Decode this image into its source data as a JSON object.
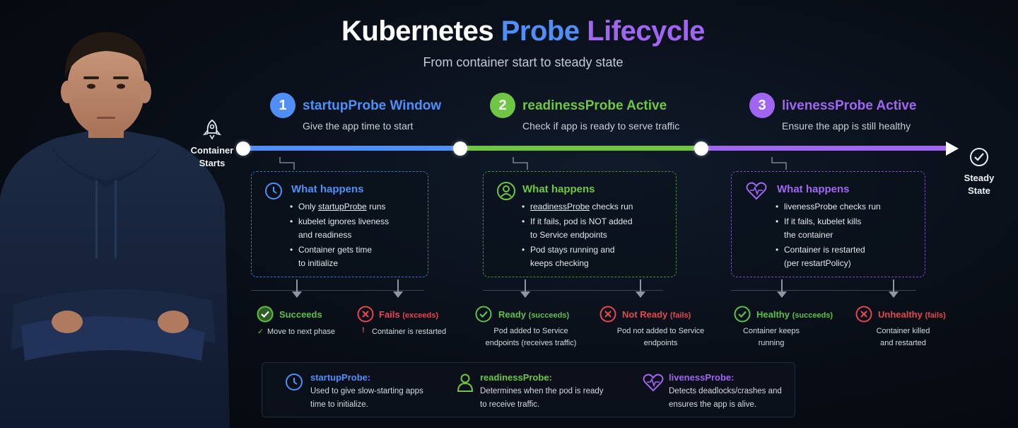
{
  "title": {
    "part1": "Kubernetes",
    "part2": "Probe",
    "part3": "Lifecycle"
  },
  "subtitle": "From container start to steady state",
  "timeline": {
    "start_label": "Container Starts",
    "end_label": "Steady State"
  },
  "phases": [
    {
      "number": "1",
      "title": "startupProbe Window",
      "description": "Give the app time to start",
      "color": "#4f8ff7",
      "box": {
        "title": "What happens",
        "items": [
          {
            "prefix": "Only ",
            "em": "startupProbe",
            "suffix": " runs"
          },
          {
            "line1": "kubelet ignores liveness",
            "line2": "and readiness"
          },
          {
            "line1": "Container gets time",
            "line2": "to initialize"
          }
        ]
      },
      "outcomes": [
        {
          "title": "Succeeds",
          "tag": "",
          "desc": "Move to next phase",
          "status": "success"
        },
        {
          "title": "Fails",
          "tag": "(exceeds)",
          "desc": "Container is restarted",
          "status": "fail"
        }
      ]
    },
    {
      "number": "2",
      "title": "readinessProbe Active",
      "description": "Check if app is ready to serve traffic",
      "color": "#6ec644",
      "box": {
        "title": "What happens",
        "items": [
          {
            "prefix": "",
            "em": "readinessProbe",
            "suffix": " checks run"
          },
          {
            "line1": "If it fails, pod is NOT added",
            "line2": "to Service endpoints"
          },
          {
            "line1": "Pod stays running and",
            "line2": "keeps checking"
          }
        ]
      },
      "outcomes": [
        {
          "title": "Ready",
          "tag": "(succeeds)",
          "desc1": "Pod added to Service",
          "desc2": "endpoints (receives traffic)",
          "status": "success"
        },
        {
          "title": "Not Ready",
          "tag": "(fails)",
          "desc1": "Pod not added to Service",
          "desc2": "endpoints",
          "status": "fail"
        }
      ]
    },
    {
      "number": "3",
      "title": "livenessProbe Active",
      "description": "Ensure the app is still healthy",
      "color": "#a066f2",
      "box": {
        "title": "What happens",
        "items": [
          {
            "line1": "livenessProbe checks run",
            "line2": ""
          },
          {
            "line1": "If it fails, kubelet kills",
            "line2": "the container"
          },
          {
            "line1": "Container is restarted",
            "line2": "(per restartPolicy)"
          }
        ]
      },
      "outcomes": [
        {
          "title": "Healthy",
          "tag": "(succeeds)",
          "desc1": "Container keeps",
          "desc2": "running",
          "status": "success"
        },
        {
          "title": "Unhealthy",
          "tag": "(fails)",
          "desc1": "Container killed",
          "desc2": "and restarted",
          "status": "fail"
        }
      ]
    }
  ],
  "legend": [
    {
      "title": "startupProbe:",
      "line1": "Used to give slow-starting apps",
      "line2": "time to initialize.",
      "icon": "clock-icon",
      "color": "#4f8ff7"
    },
    {
      "title": "readinessProbe:",
      "line1": "Determines when the pod is ready",
      "line2": "to receive traffic.",
      "icon": "user-icon",
      "color": "#6ec644"
    },
    {
      "title": "livenessProbe:",
      "line1": "Detects deadlocks/crashes and",
      "line2": "ensures the app is alive.",
      "icon": "heartbeat-icon",
      "color": "#a066f2"
    }
  ],
  "colors": {
    "blue": "#4f8ff7",
    "green": "#6ec644",
    "purple": "#a066f2",
    "red": "#e5484d",
    "success": "#5cc14a"
  }
}
